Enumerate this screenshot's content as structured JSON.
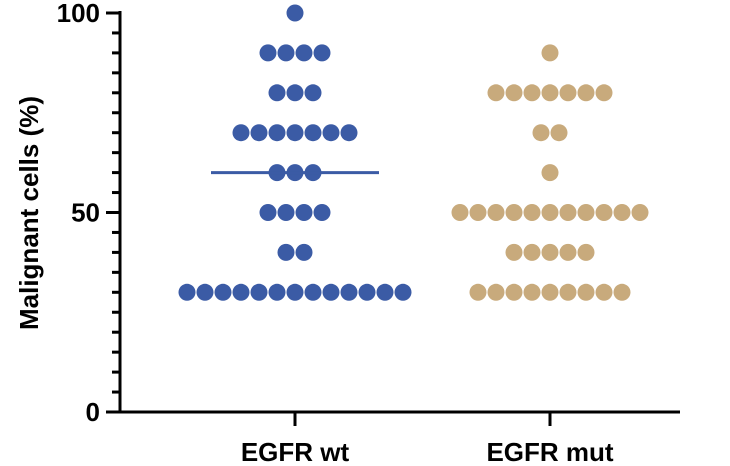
{
  "chart_data": {
    "type": "scatter",
    "subtype": "dot-plot",
    "title": "",
    "xlabel": "",
    "ylabel": "Malignant cells (%)",
    "ylim": [
      0,
      100
    ],
    "yticks_major": [
      0,
      50,
      100
    ],
    "ytick_minor_step": 5,
    "categories": [
      "EGFR wt",
      "EGFR mut"
    ],
    "grid": false,
    "legend": "none",
    "series": [
      {
        "category": "EGFR wt",
        "color": "#3b5ba5",
        "median": 60,
        "values": [
          100,
          90,
          90,
          90,
          90,
          80,
          80,
          80,
          70,
          70,
          70,
          70,
          70,
          70,
          70,
          60,
          60,
          60,
          50,
          50,
          50,
          50,
          40,
          40,
          30,
          30,
          30,
          30,
          30,
          30,
          30,
          30,
          30,
          30,
          30,
          30,
          30
        ]
      },
      {
        "category": "EGFR mut",
        "color": "#c8aa7c",
        "values": [
          90,
          80,
          80,
          80,
          80,
          80,
          80,
          80,
          70,
          70,
          60,
          50,
          50,
          50,
          50,
          50,
          50,
          50,
          50,
          50,
          50,
          50,
          40,
          40,
          40,
          40,
          40,
          30,
          30,
          30,
          30,
          30,
          30,
          30,
          30,
          30
        ]
      }
    ]
  }
}
